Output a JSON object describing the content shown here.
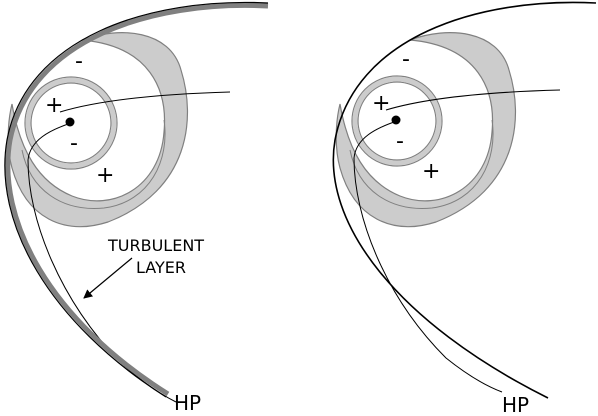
{
  "colors": {
    "ink": "#000000",
    "band_fill": "#cccccc",
    "band_stroke": "#808080",
    "turbulent_layer": "#808080",
    "background": "#ffffff"
  },
  "left_panel": {
    "signs": {
      "outer_top_minus": "-",
      "inner_plus": "+",
      "inner_minus": "-",
      "outer_plus": "+"
    },
    "turbulent_label_line1": "TURBULENT",
    "turbulent_label_line2": "LAYER",
    "hp_label": "HP"
  },
  "right_panel": {
    "signs": {
      "outer_top_minus": "-",
      "inner_plus": "+",
      "inner_minus": "-",
      "outer_plus": "+"
    },
    "hp_label": "HP"
  }
}
